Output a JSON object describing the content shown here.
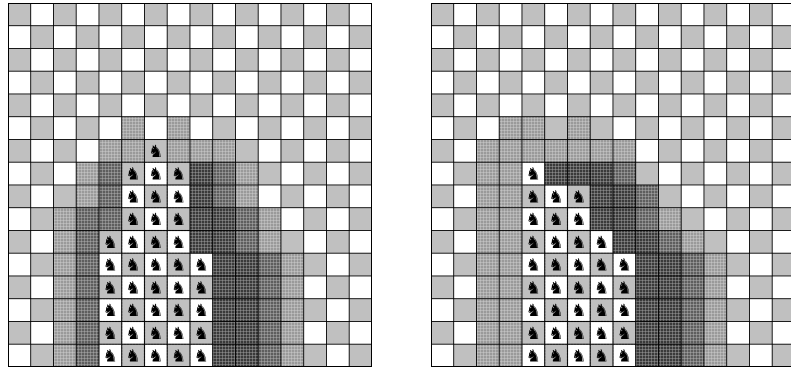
{
  "piece_glyph": "♞",
  "colors": {
    "light": "#ffffff",
    "dark": "#c0c0c0",
    "grid": "#000000",
    "shade1": "#9a9a9a",
    "shade2": "#5e5e5e",
    "shade3": "#3a3a3a"
  },
  "boards": [
    {
      "name": "left",
      "rows": 16,
      "cols": 16,
      "shade": [
        "................",
        "................",
        "................",
        "................",
        "................",
        ".....1.1........",
        "....111111......",
        "...12233321.....",
        "...12233321.....",
        "..1222333321....",
        "..1223333321....",
        "..12233333321...",
        "..12233333321...",
        "..12233333321...",
        "..12233333321...",
        "..12233333321..."
      ],
      "pieces": [
        "................",
        "................",
        "................",
        "................",
        "................",
        "................",
        "......N.........",
        ".....NNN........",
        ".....NNN........",
        ".....NNN........",
        "....NNNN........",
        "....NNNNN.......",
        "....NNNNN.......",
        "....NNNNN.......",
        "....NNNNN.......",
        "....NNNNN......."
      ]
    },
    {
      "name": "right",
      "rows": 16,
      "cols": 16,
      "shade": [
        "................",
        "................",
        "................",
        "................",
        "................",
        "...11.1.........",
        "..1111111.......",
        "..1123332.......",
        "..11233332......",
        "..112333321.....",
        "..1123333321....",
        "..11233333321...",
        "..11233333321...",
        "..11233333321...",
        "..11233333321...",
        "..11233333321..."
      ],
      "pieces": [
        "................",
        "................",
        "................",
        "................",
        "................",
        "................",
        "................",
        "....N...........",
        "....NNN.........",
        "....NNN.........",
        "....NNNN........",
        "....NNNNN.......",
        "....NNNNN.......",
        "....NNNNN.......",
        "....NNNNN.......",
        "....NNNNN......."
      ]
    }
  ]
}
